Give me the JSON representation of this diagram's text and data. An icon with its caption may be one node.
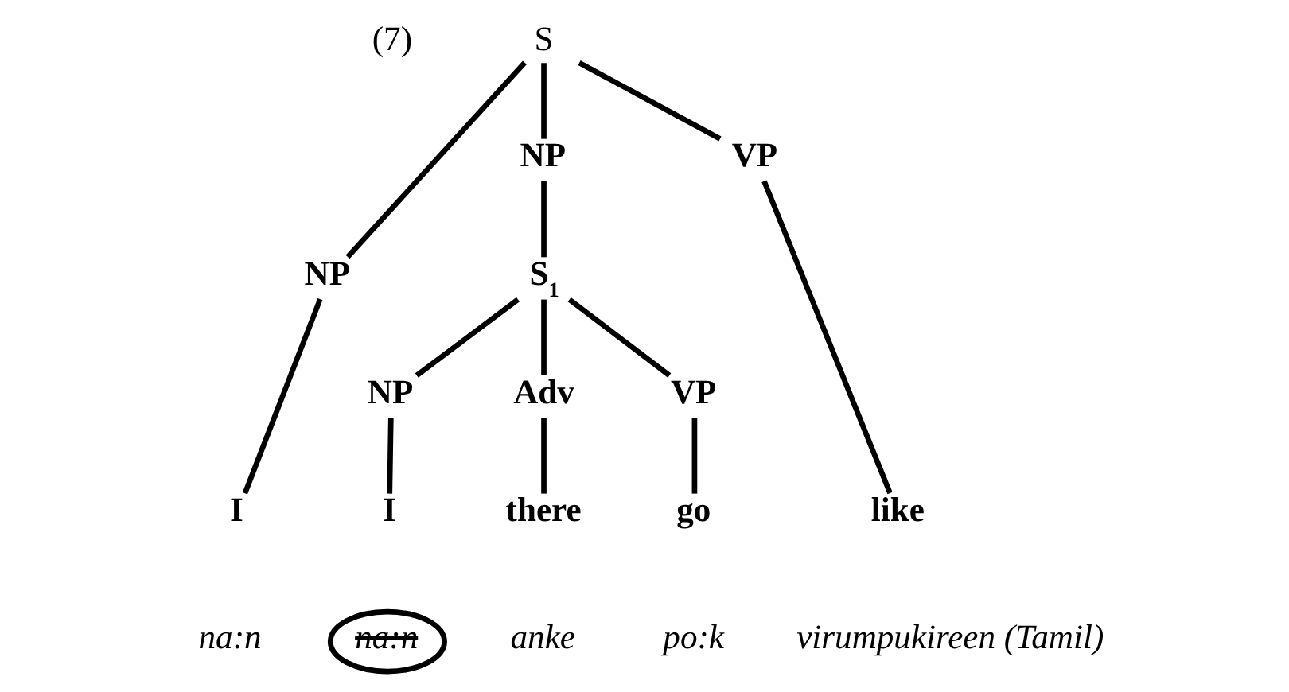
{
  "diagram": {
    "nodes": [
      {
        "text": [
          "S"
        ]
      },
      {
        "text": [
          "NP"
        ]
      },
      {
        "text": [
          "NP"
        ]
      },
      {
        "text": [
          "VP"
        ]
      },
      {
        "text": [
          "S$_{1}$"
        ]
      },
      {
        "text": [
          "NP"
        ]
      },
      {
        "text": [
          "Adv"
        ]
      },
      {
        "text": [
          "VP"
        ]
      },
      {
        "text": [
          "I"
        ]
      },
      {
        "text": [
          "I"
        ]
      },
      {
        "text": [
          "there"
        ]
      },
      {
        "text": [
          "go"
        ]
      },
      {
        "text": [
          "like"
        ]
      },
      {
        "text": [
          "na:n"
        ]
      }
    ],
    "edges": [
      {
        "from": 0,
        "to": 1,
        "arrow": "none"
      },
      {
        "from": 0,
        "to": 2,
        "arrow": "none"
      },
      {
        "from": 0,
        "to": 3,
        "arrow": "none"
      },
      {
        "from": 1,
        "to": 8,
        "arrow": "none"
      },
      {
        "from": 2,
        "to": 4,
        "arrow": "none"
      },
      {
        "from": 3,
        "to": 12,
        "arrow": "none"
      },
      {
        "from": 4,
        "to": 5,
        "arrow": "none"
      },
      {
        "from": 4,
        "to": 6,
        "arrow": "none"
      },
      {
        "from": 4,
        "to": 7,
        "arrow": "none"
      },
      {
        "from": 5,
        "to": 9,
        "arrow": "none"
      },
      {
        "from": 6,
        "to": 10,
        "arrow": "none"
      },
      {
        "from": 7,
        "to": 11,
        "arrow": "none"
      }
    ],
    "labels": [
      "(7)",
      "na:n",
      "anke",
      "po:k",
      "virumpukireen (Tamil)"
    ]
  }
}
